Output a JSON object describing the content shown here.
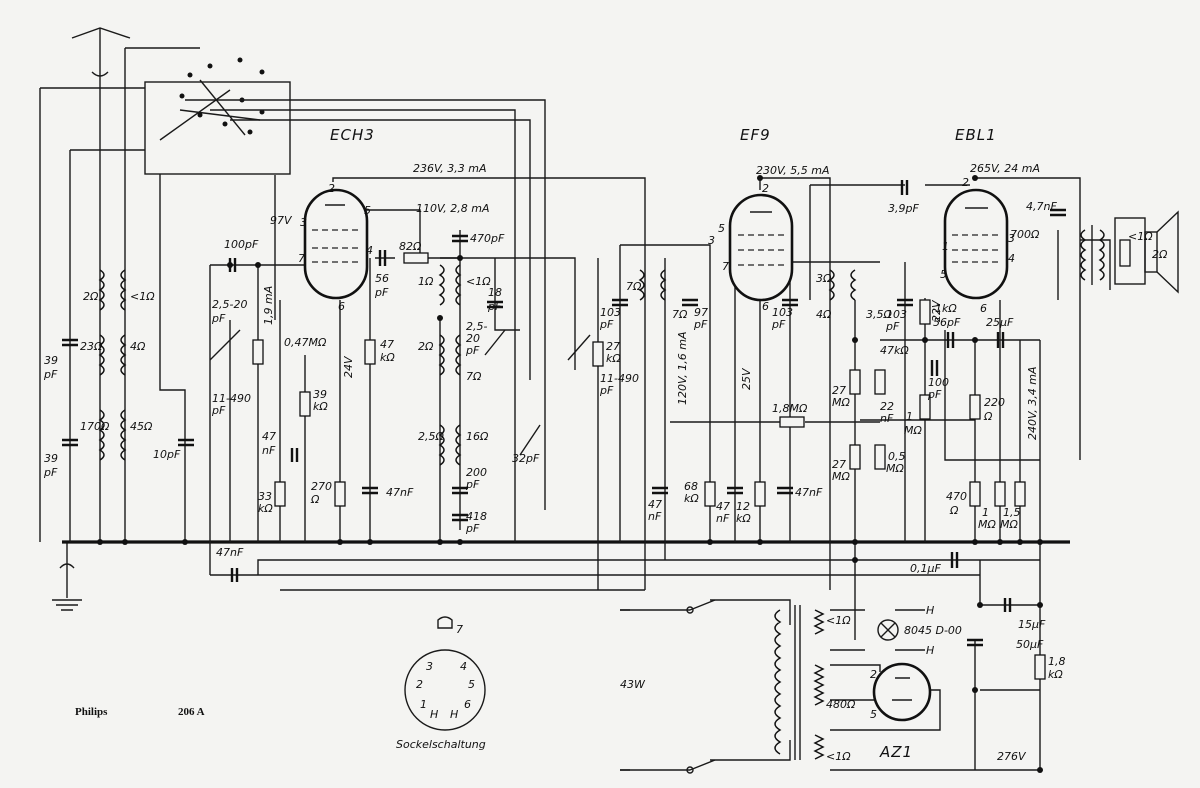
{
  "title": {
    "brand": "Philips",
    "model": "206 A"
  },
  "tubes": [
    "ECH3",
    "EF9",
    "EBL1",
    "AZ1"
  ],
  "voltages": [
    "236V, 3,3 mA",
    "110V, 2,8 mA",
    "230V, 5,5 mA",
    "265V, 24 mA",
    "97V",
    "24V",
    "1,9 mA",
    "120V, 1,6 mA",
    "25V",
    "240V, 3,4 mA",
    "276V",
    "22V",
    "43W"
  ],
  "components": [
    "100pF",
    "2,5-20",
    "pF",
    "11-490",
    "pF",
    "0,47MΩ",
    "39",
    "kΩ",
    "47",
    "nF",
    "33",
    "kΩ",
    "270",
    "Ω",
    "47",
    "kΩ",
    "47nF",
    "56",
    "pF",
    "82Ω",
    "470pF",
    "18",
    "pF",
    "2,5-",
    "20",
    "pF",
    "200",
    "pF",
    "418",
    "pF",
    "32pF",
    "39",
    "pF",
    "39",
    "pF",
    "10pF",
    "47nF",
    "103",
    "pF",
    "27",
    "kΩ",
    "11-490",
    "pF",
    "97",
    "pF",
    "47",
    "nF",
    "68",
    "kΩ",
    "47",
    "nF",
    "12",
    "kΩ",
    "47nF",
    "1,8MΩ",
    "103",
    "pF",
    "103",
    "pF",
    "3,9pF",
    "1kΩ",
    "56pF",
    "25μF",
    "47kΩ",
    "27",
    "MΩ",
    "22",
    "nF",
    "100",
    "pF",
    "1",
    "MΩ",
    "220",
    "Ω",
    "27",
    "MΩ",
    "0,5",
    "MΩ",
    "470",
    "Ω",
    "1",
    "MΩ",
    "1,5",
    "MΩ",
    "0,1μF",
    "15μF",
    "50μF",
    "1,8",
    "kΩ",
    "4,7nF",
    "700Ω",
    "<1Ω",
    "480Ω",
    "<1Ω",
    "8045 D-00",
    "2Ω",
    "<1Ω",
    "2Ω",
    "23Ω",
    "170Ω",
    "<1Ω",
    "4Ω",
    "45Ω",
    "1Ω",
    "2Ω",
    "2,5Ω",
    "<1Ω",
    "7Ω",
    "16Ω",
    "7Ω",
    "7Ω",
    "3Ω",
    "4Ω",
    "3,5Ω"
  ],
  "pins": [
    "2",
    "3",
    "5",
    "4",
    "7",
    "6",
    "2",
    "5",
    "3",
    "7",
    "6",
    "2",
    "1",
    "3",
    "4",
    "5",
    "6",
    "2",
    "5",
    "H",
    "H"
  ],
  "socket": {
    "top_pin": "7",
    "pins": [
      "3",
      "4",
      "2",
      "5",
      "1",
      "6",
      "H",
      "H"
    ],
    "caption": "Sockelschaltung"
  }
}
